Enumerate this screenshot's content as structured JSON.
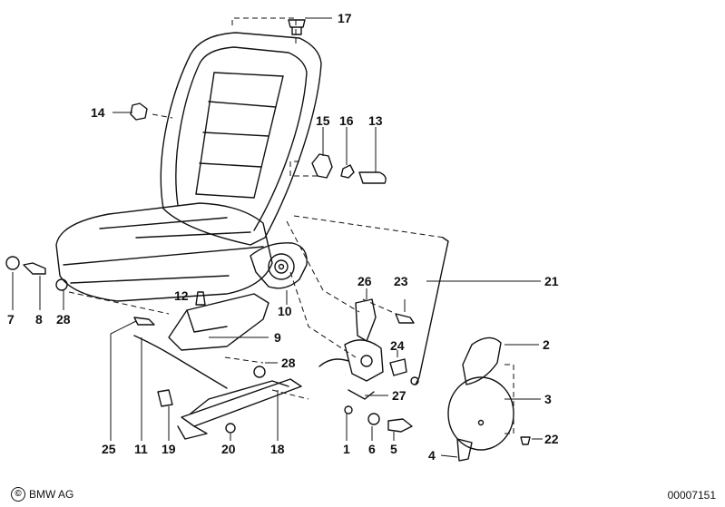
{
  "callouts": {
    "p1": "1",
    "p2": "2",
    "p3": "3",
    "p4": "4",
    "p5": "5",
    "p6": "6",
    "p7": "7",
    "p8": "8",
    "p9": "9",
    "p10": "10",
    "p11": "11",
    "p12": "12",
    "p13": "13",
    "p14": "14",
    "p15": "15",
    "p16": "16",
    "p17": "17",
    "p18": "18",
    "p19": "19",
    "p20": "20",
    "p21": "21",
    "p22": "22",
    "p23": "23",
    "p24": "24",
    "p25": "25",
    "p26": "26",
    "p27": "27",
    "p28a": "28",
    "p28b": "28"
  },
  "footer": {
    "brand_symbol": "©",
    "brand": "BMW AG",
    "doc_number": "00007151"
  },
  "colors": {
    "ink": "#111111",
    "background": "#ffffff"
  }
}
